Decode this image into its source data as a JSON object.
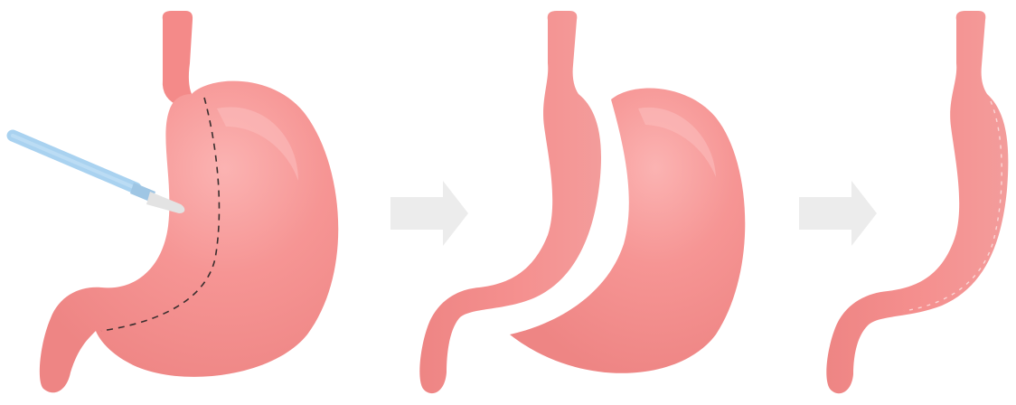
{
  "diagram": {
    "stages": [
      {
        "stage": "before-incision",
        "tool": "scalpel-icon",
        "cut_line": "dashed"
      },
      {
        "stage": "stomach-separated"
      },
      {
        "stage": "sleeve-remaining"
      }
    ],
    "connectors": [
      "arrow-right-icon",
      "arrow-right-icon"
    ]
  },
  "colors": {
    "stomach_body": "#F48A89",
    "stomach_light": "#F9A6A6",
    "stomach_dark": "#E77677",
    "cut_line": "#3A2F2F",
    "scalpel_handle": "#A9D2F0",
    "scalpel_blade": "#E3E3E3",
    "arrow": "#ECECEC",
    "background": "#FFFFFF"
  }
}
